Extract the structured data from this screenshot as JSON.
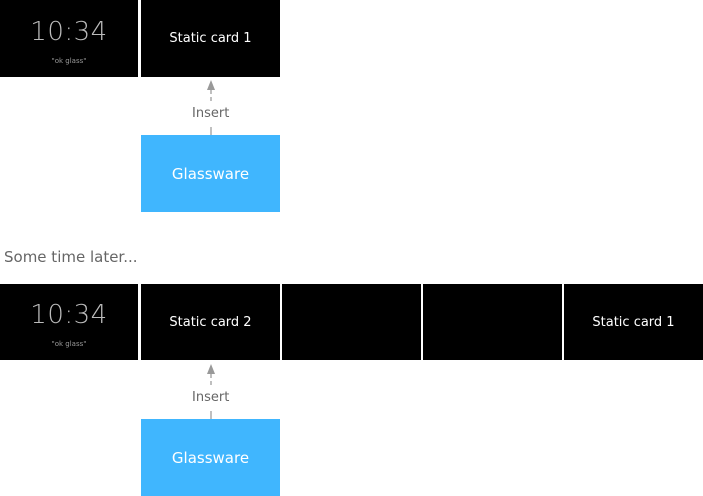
{
  "clock": {
    "time": "10:34",
    "hint": "\"ok glass\""
  },
  "row1": {
    "cards": [
      "Static card 1"
    ],
    "insert_label": "Insert",
    "glassware": "Glassware"
  },
  "caption": "Some time later...",
  "row2": {
    "cards": [
      "Static card 2",
      "",
      "",
      "Static card 1"
    ],
    "insert_label": "Insert",
    "glassware": "Glassware"
  },
  "colors": {
    "glassware": "#40b6fe",
    "card": "#000000",
    "arrow": "#999999"
  }
}
